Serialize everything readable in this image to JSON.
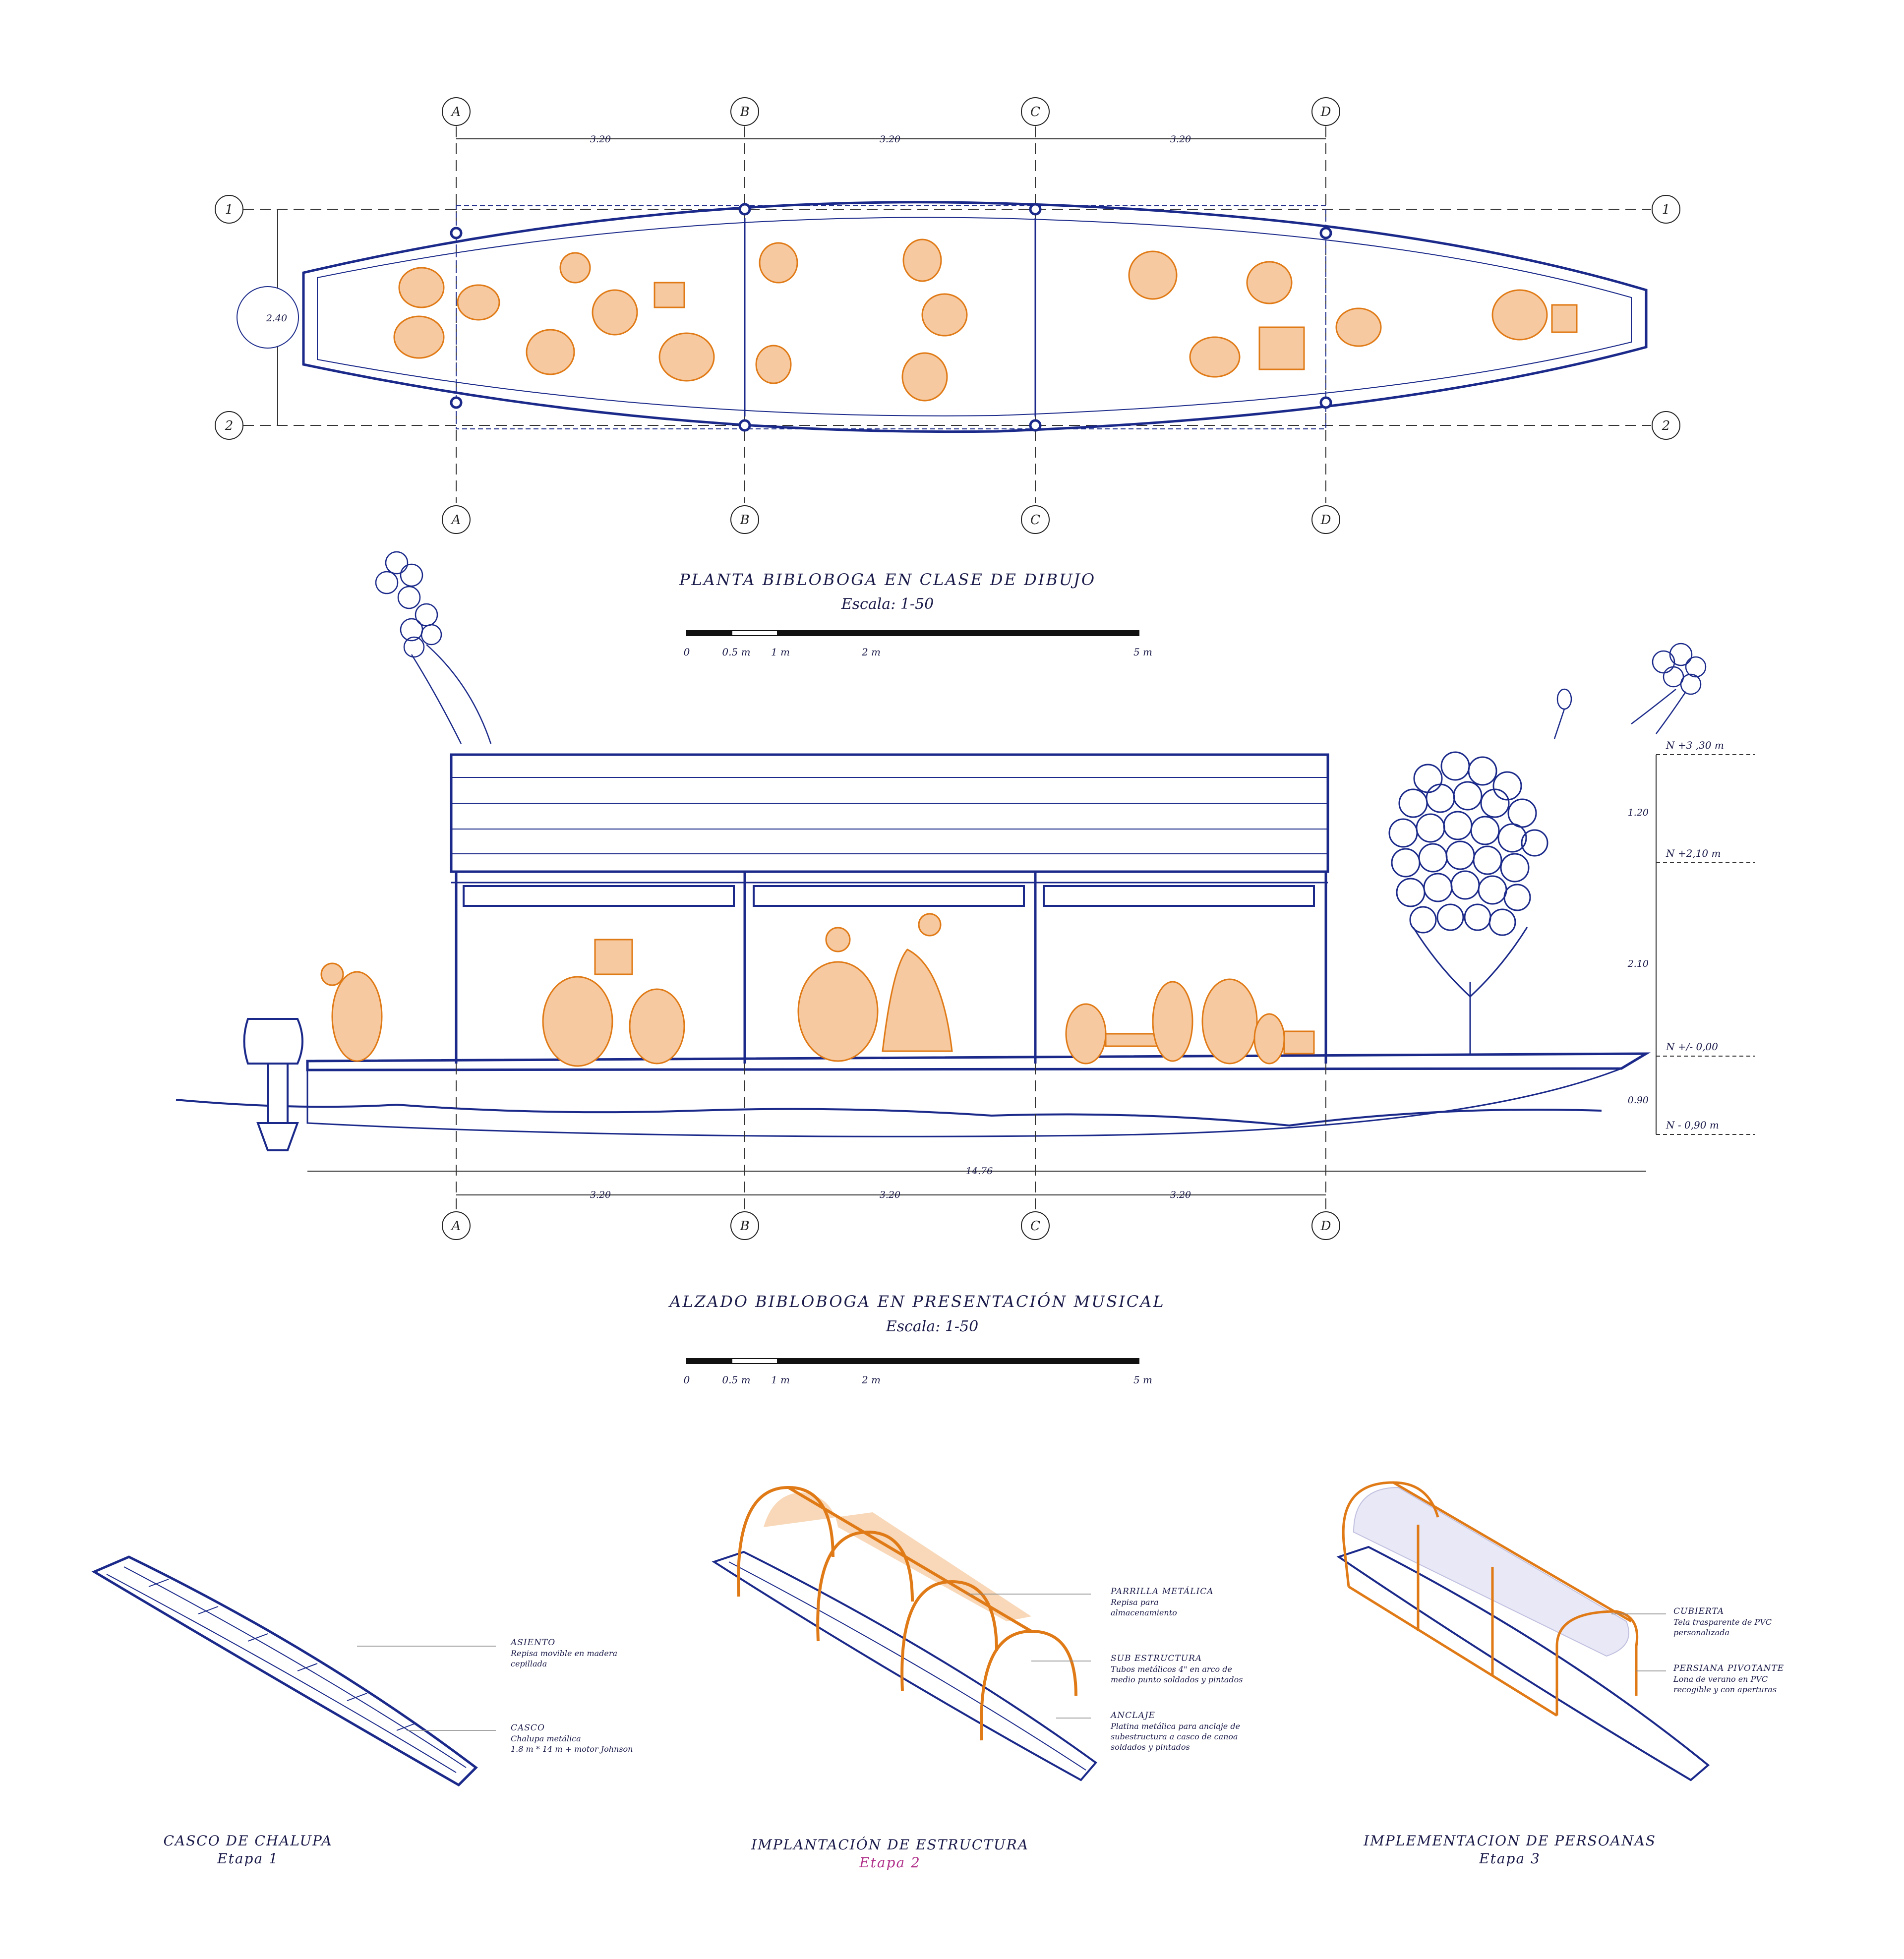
{
  "plan": {
    "axes_top": [
      "A",
      "B",
      "C",
      "D"
    ],
    "axes_bottom": [
      "A",
      "B",
      "C",
      "D"
    ],
    "rows": [
      "1",
      "2"
    ],
    "spans": [
      "3.20",
      "3.20",
      "3.20"
    ],
    "width_dim": "2.40",
    "title": "PLANTA BIBLOBOGA EN CLASE DE DIBUJO",
    "scale": "Escala: 1-50",
    "scalebar": [
      "0",
      "0.5 m",
      "1 m",
      "2 m",
      "5 m"
    ]
  },
  "elevation": {
    "levels": [
      "N +3 ,30 m",
      "N +2,10 m",
      "N +/- 0,00",
      "N - 0,90 m"
    ],
    "level_dims": [
      "1.20",
      "2.10",
      "0.90"
    ],
    "total_length": "14.76",
    "spans": [
      "3.20",
      "3.20",
      "3.20"
    ],
    "axes": [
      "A",
      "B",
      "C",
      "D"
    ],
    "title": "ALZADO BIBLOBOGA EN  PRESENTACIÓN MUSICAL",
    "scale": "Escala: 1-50",
    "scalebar": [
      "0",
      "0.5 m",
      "1 m",
      "2 m",
      "5 m"
    ]
  },
  "stages": [
    {
      "title": "CASCO DE CHALUPA",
      "etapa": "Etapa 1",
      "etapa_color": "#1a1a4a",
      "notes": [
        {
          "head": "ASIENTO",
          "body": [
            "Repisa movible en madera",
            "cepillada"
          ]
        },
        {
          "head": "CASCO",
          "body": [
            "Chalupa metálica",
            "1.8 m * 14 m  + motor Johnson"
          ]
        }
      ]
    },
    {
      "title": "IMPLANTACIÓN DE ESTRUCTURA",
      "etapa": "Etapa 2",
      "etapa_color": "#b0308a",
      "notes": [
        {
          "head": "PARRILLA METÁLICA",
          "body": [
            "Repisa para",
            "almacenamiento"
          ]
        },
        {
          "head": "SUB ESTRUCTURA",
          "body": [
            "Tubos metálicos 4\" en arco de",
            "medio punto soldados y pintados"
          ]
        },
        {
          "head": "ANCLAJE",
          "body": [
            "Platina metálica para anclaje de",
            "subestructura a casco de canoa",
            "soldados y pintados"
          ]
        }
      ]
    },
    {
      "title": "IMPLEMENTACION DE PERSOANAS",
      "etapa": "Etapa 3",
      "etapa_color": "#1a1a4a",
      "notes": [
        {
          "head": "CUBIERTA",
          "body": [
            "Tela trasparente de PVC",
            "personalizada"
          ]
        },
        {
          "head": "PERSIANA PIVOTANTE",
          "body": [
            "Lona de verano en PVC",
            "recogible y con aperturas"
          ]
        }
      ]
    }
  ],
  "colors": {
    "navy": "#1b2a8a",
    "orange": "#e07a16",
    "orange_fill": "#f6c9a0",
    "ink": "#1a1a4a",
    "magenta": "#b0308a"
  }
}
